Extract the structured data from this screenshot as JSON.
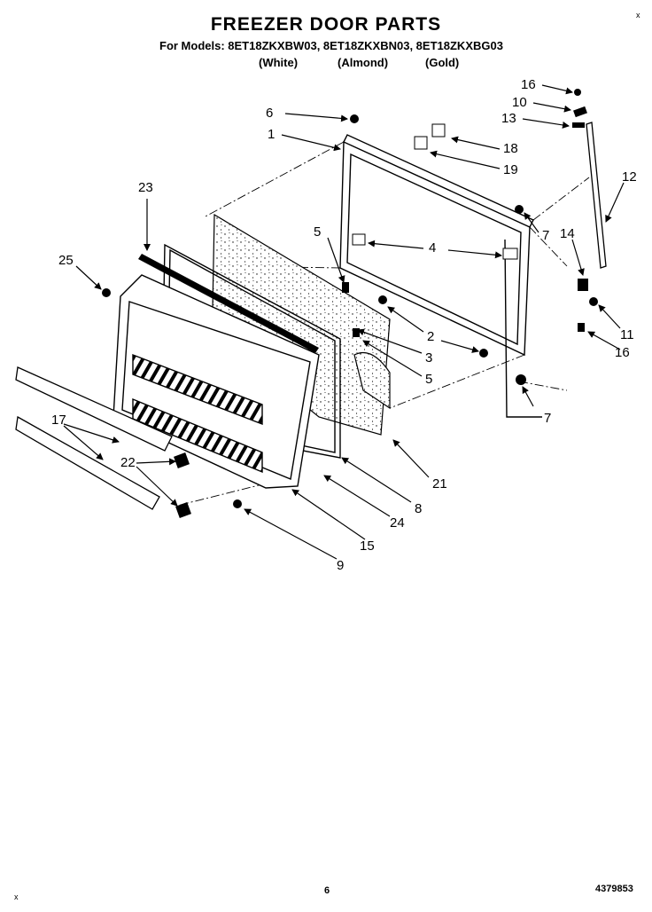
{
  "title": "FREEZER DOOR PARTS",
  "models_line": "For Models: 8ET18ZKXBW03, 8ET18ZKXBN03, 8ET18ZKXBG03",
  "colors": [
    "(White)",
    "(Almond)",
    "(Gold)"
  ],
  "page_number": "6",
  "document_number": "4379853",
  "corner_mark": "x",
  "part_callouts": [
    "1",
    "2",
    "3",
    "4",
    "5",
    "5",
    "6",
    "7",
    "7",
    "8",
    "9",
    "10",
    "11",
    "12",
    "13",
    "14",
    "15",
    "16",
    "16",
    "17",
    "18",
    "19",
    "21",
    "22",
    "23",
    "24",
    "25"
  ]
}
